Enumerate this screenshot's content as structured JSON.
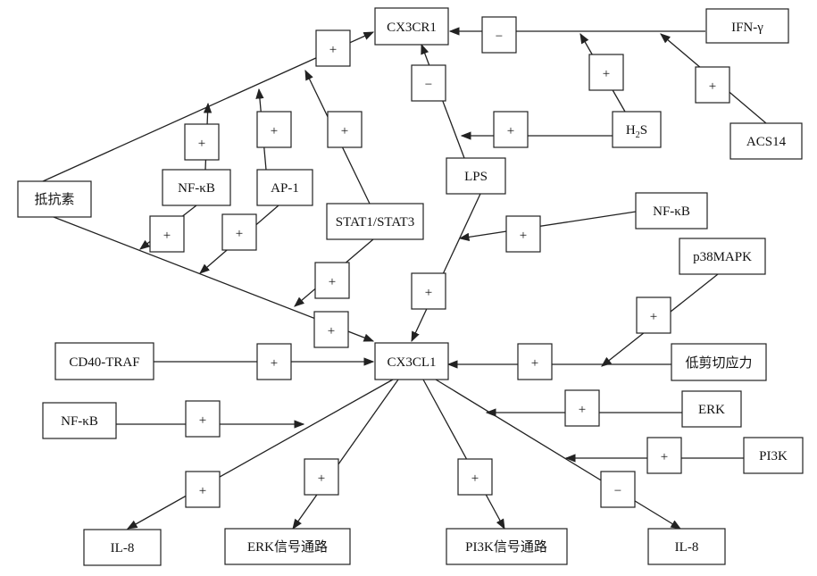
{
  "nodes": {
    "cx3cr1": "CX3CR1",
    "cx3cl1": "CX3CL1",
    "ifn_gamma": "IFN-γ",
    "acs14": "ACS14",
    "h2s_main": "H",
    "h2s_sub": "2",
    "h2s_tail": "S",
    "lps": "LPS",
    "antibiotic": "抵抗素",
    "nfkb_left": "NF-κB",
    "ap1": "AP-1",
    "stat": "STAT1/STAT3",
    "nfkb_right": "NF-κB",
    "p38mapk": "p38MAPK",
    "low_shear": "低剪切应力",
    "cd40": "CD40-TRAF",
    "erk": "ERK",
    "nfkb_bottom": "NF-κB",
    "pi3k": "PI3K",
    "il8_left": "IL-8",
    "erk_path": "ERK信号通路",
    "pi3k_path": "PI3K信号通路",
    "il8_right": "IL-8"
  },
  "signs": {
    "plus": "+",
    "minus": "−"
  }
}
